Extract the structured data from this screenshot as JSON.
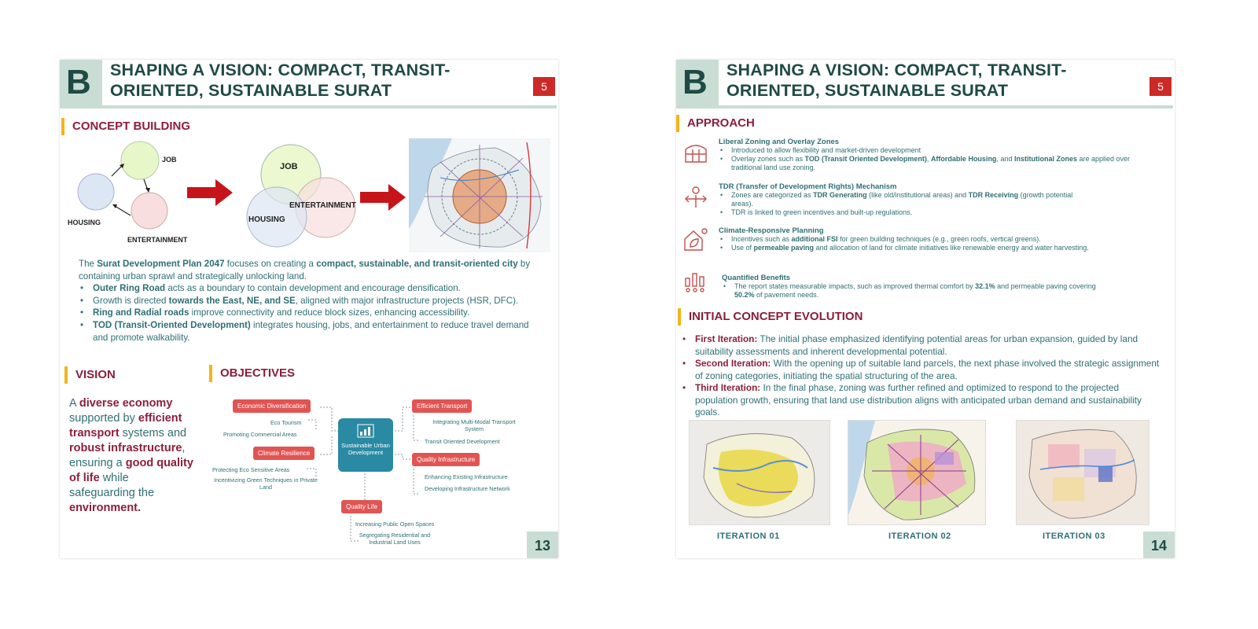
{
  "pages": [
    {
      "header": {
        "letter": "B",
        "title_line1": "SHAPING A VISION: COMPACT, TRANSIT-",
        "title_line2": "ORIENTED, SUSTAINABLE SURAT",
        "chapter": "5"
      },
      "page_number": "13",
      "concept": {
        "heading": "CONCEPT BUILDING",
        "labels": {
          "job": "JOB",
          "housing": "HOUSING",
          "entertainment": "ENTERTAINMENT"
        },
        "intro_pre": "The ",
        "intro_b1": "Surat Development Plan 2047",
        "intro_mid": " focuses on creating a ",
        "intro_b2": "compact, sustainable, and transit-oriented city",
        "intro_post": " by containing urban sprawl and strategically unlocking land.",
        "bullets": [
          {
            "b": "Outer Ring Road",
            "t": " acts as a boundary to contain development and encourage densification."
          },
          {
            "pre": "Growth is directed ",
            "b": "towards the East, NE, and SE",
            "t": ", aligned with major infrastructure projects (HSR, DFC)."
          },
          {
            "b": "Ring and Radial roads",
            "t": " improve connectivity and reduce block sizes, enhancing accessibility."
          },
          {
            "b": "TOD (Transit-Oriented Development)",
            "t": " integrates housing, jobs, and entertainment to reduce travel demand and promote walkability."
          }
        ]
      },
      "vision": {
        "heading": "VISION",
        "parts": [
          {
            "t": "A ",
            "hl": false
          },
          {
            "t": "diverse economy",
            "hl": true
          },
          {
            "t": " supported by ",
            "hl": false
          },
          {
            "t": "efficient transport",
            "hl": true
          },
          {
            "t": " systems and ",
            "hl": false
          },
          {
            "t": "robust infrastructure",
            "hl": true
          },
          {
            "t": ", ensuring a ",
            "hl": false
          },
          {
            "t": "good quality of life",
            "hl": true
          },
          {
            "t": " while safeguarding the ",
            "hl": false
          },
          {
            "t": "environment.",
            "hl": true
          }
        ]
      },
      "objectives": {
        "heading": "OBJECTIVES",
        "hub": "Sustainable Urban Development",
        "groups": [
          {
            "tag": "Economic Diversification",
            "items": [
              "Eco Tourism",
              "Promoting Commercial Areas"
            ]
          },
          {
            "tag": "Climate Resilience",
            "items": [
              "Protecting Eco Sensitive Areas",
              "Incentivizing Green Techniques in Private Land"
            ]
          },
          {
            "tag": "Efficient Transport",
            "items": [
              "Integrating Multi-Modal Transport System",
              "Transit Oriented Development"
            ]
          },
          {
            "tag": "Quality Infrastructure",
            "items": [
              "Enhancing Existing Infrastructure",
              "Developing Infrastructure Network"
            ]
          },
          {
            "tag": "Quality Life",
            "items": [
              "Increasing Public Open Spaces",
              "Segregating Residential and Industrial Land Uses"
            ]
          }
        ]
      }
    },
    {
      "header": {
        "letter": "B",
        "title_line1": "SHAPING A VISION: COMPACT, TRANSIT-",
        "title_line2": "ORIENTED, SUSTAINABLE SURAT",
        "chapter": "5"
      },
      "page_number": "14",
      "approach": {
        "heading": "APPROACH",
        "items": [
          {
            "icon": "zoning-icon",
            "title": "Liberal Zoning and Overlay Zones",
            "bullets": [
              [
                {
                  "t": "Introduced to allow flexibility and market-driven development"
                }
              ],
              [
                {
                  "t": "Overlay zones such as "
                },
                {
                  "b": "TOD (Transit Oriented Development)"
                },
                {
                  "t": ", "
                },
                {
                  "b": "Affordable Housing"
                },
                {
                  "t": ", and "
                },
                {
                  "b": "Institutional Zones"
                },
                {
                  "t": " are applied over traditional land use zoning."
                }
              ]
            ]
          },
          {
            "icon": "tdr-icon",
            "title": "TDR (Transfer of Development Rights) Mechanism",
            "bullets": [
              [
                {
                  "t": "Zones are categorized as "
                },
                {
                  "b": "TDR Generating"
                },
                {
                  "t": " (like old/institutional areas) and "
                },
                {
                  "b": "TDR Receiving"
                },
                {
                  "t": " (growth potential areas)."
                }
              ],
              [
                {
                  "t": "TDR is linked to green incentives and built-up regulations."
                }
              ]
            ]
          },
          {
            "icon": "green-building-icon",
            "title": "Climate-Responsive Planning",
            "bullets": [
              [
                {
                  "t": "Incentives such as "
                },
                {
                  "b": "additional FSI"
                },
                {
                  "t": " for green building techniques (e.g., green roofs, vertical greens)."
                }
              ],
              [
                {
                  "t": "Use of "
                },
                {
                  "b": "permeable paving"
                },
                {
                  "t": " and allocation of land for climate initiatives like renewable energy and water harvesting."
                }
              ]
            ]
          },
          {
            "icon": "benefits-chart-icon",
            "title": "Quantified Benefits",
            "bullets": [
              [
                {
                  "t": "The report states measurable impacts, such as improved thermal comfort by "
                },
                {
                  "b": "32.1%"
                },
                {
                  "t": " and permeable paving covering "
                },
                {
                  "b": "50.2%"
                },
                {
                  "t": " of pavement needs."
                }
              ]
            ]
          }
        ]
      },
      "evolution": {
        "heading": "INITIAL CONCEPT EVOLUTION",
        "items": [
          {
            "label": "First Iteration:",
            "text": " The initial phase emphasized identifying potential areas for urban expansion, guided by land suitability assessments and inherent developmental potential."
          },
          {
            "label": "Second Iteration:",
            "text": " With the opening up of suitable land parcels, the next phase involved the strategic assignment of zoning categories, initiating the spatial structuring of the area."
          },
          {
            "label": "Third Iteration:",
            "text": " In the final phase, zoning was further refined and optimized to respond to the projected population growth, ensuring that land use distribution aligns with anticipated urban demand and sustainability goals."
          }
        ],
        "captions": [
          "ITERATION 01",
          "ITERATION 02",
          "ITERATION 03"
        ]
      }
    }
  ]
}
